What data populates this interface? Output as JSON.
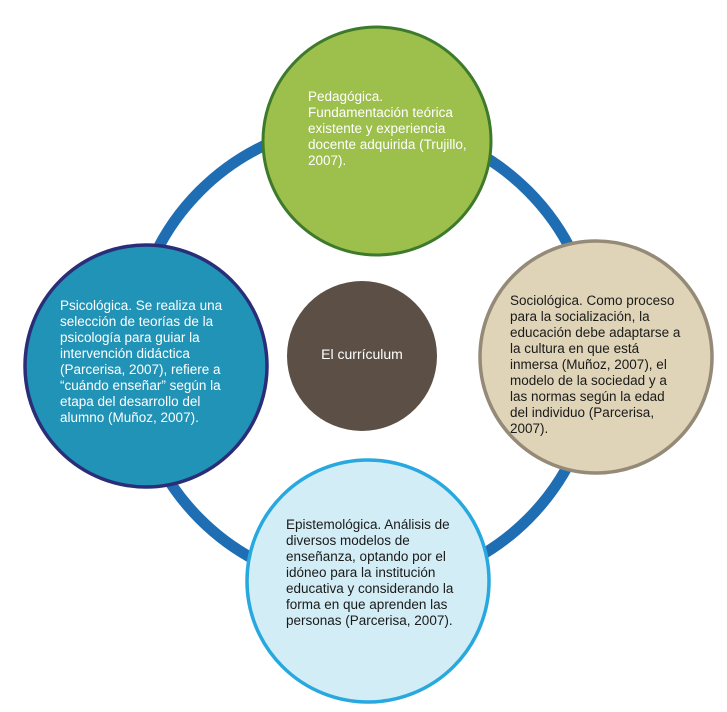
{
  "diagram": {
    "center": {
      "label": "El currículum",
      "color": "#5b4f46"
    },
    "ring_color": "#1f6db3",
    "nodes": {
      "top": {
        "text": "Pedagógica. Fundamentación teórica existente y experiencia docente adquirida (Trujillo, 2007).",
        "fill": "#9dbf4c",
        "border": "#3d7a2b"
      },
      "left": {
        "text": "Psicológica. Se realiza una selección de teorías de la psicología para guiar la intervención didáctica (Parcerisa, 2007), refiere a “cuándo enseñar” según la etapa del desarrollo del alumno (Muñoz, 2007).",
        "fill": "#2193b6",
        "border": "#2a2d78"
      },
      "right": {
        "text": "Sociológica. Como proceso para la socialización, la educación debe adaptarse a la cultura en que está inmersa (Muñoz, 2007), el modelo de la sociedad y a las normas según la edad del individuo (Parcerisa, 2007).",
        "fill": "#dfd4b8",
        "border": "#948a77"
      },
      "bottom": {
        "text": "Epistemológica. Análisis de diversos modelos de enseñanza, optando por el idóneo para la institución educativa y considerando la forma en que aprenden las personas (Parcerisa, 2007).",
        "fill": "#d3edf6",
        "border": "#27a8de"
      }
    }
  }
}
